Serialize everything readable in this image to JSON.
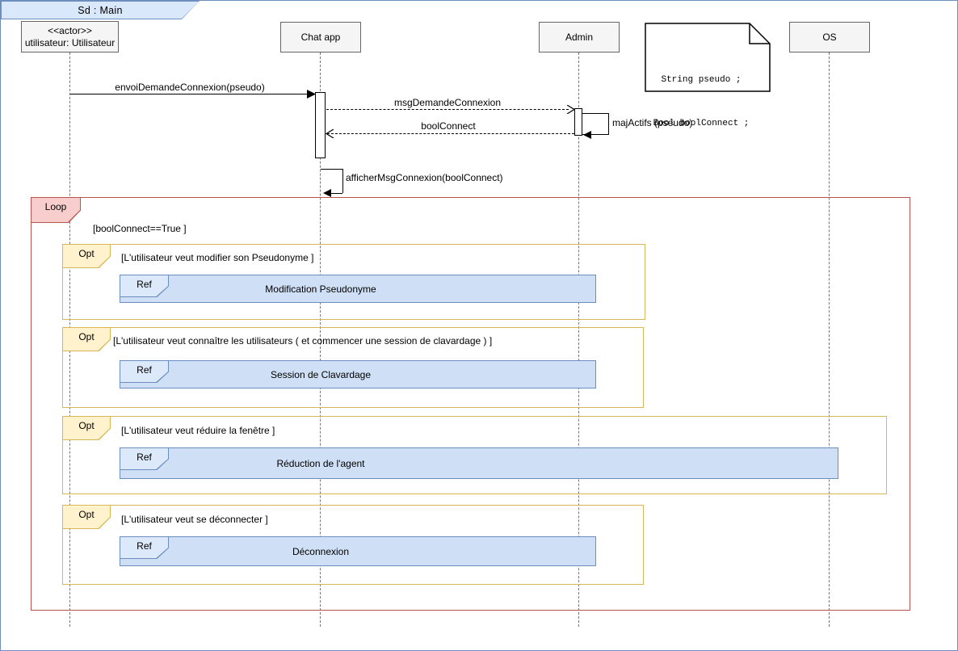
{
  "frame": {
    "title": "Sd :  Main"
  },
  "lifelines": [
    {
      "name": "utilisateur",
      "stereotype": "<<actor>>",
      "label": "utilisateur: Utilisateur"
    },
    {
      "name": "chat-app",
      "label": "Chat app"
    },
    {
      "name": "admin",
      "label": "Admin"
    },
    {
      "name": "os",
      "label": "OS"
    }
  ],
  "note": {
    "line1": "String pseudo ;",
    "line2": "Bool boolConnect ;"
  },
  "messages": {
    "envoi": "envoiDemandeConnexion(pseudo)",
    "msg_demande": "msgDemandeConnexion",
    "bool_connect": "boolConnect",
    "maj_actifs": "majActifs (pseudo)",
    "afficher": "afficherMsgConnexion(boolConnect)"
  },
  "loop": {
    "label": "Loop",
    "guard": "[boolConnect==True ]"
  },
  "opts": [
    {
      "label": "Opt",
      "guard": "[L'utilisateur veut modifier son Pseudonyme ]",
      "ref_label": "Ref",
      "ref_text": "Modification Pseudonyme"
    },
    {
      "label": "Opt",
      "guard": "[L'utilisateur veut connaître les utilisateurs ( et commencer une session de clavardage ) ]",
      "ref_label": "Ref",
      "ref_text": "Session de Clavardage"
    },
    {
      "label": "Opt",
      "guard": "[L'utilisateur veut réduire la fenêtre ]",
      "ref_label": "Ref",
      "ref_text": "Réduction de l'agent"
    },
    {
      "label": "Opt",
      "guard": "[L'utilisateur veut se déconnecter ]",
      "ref_label": "Ref",
      "ref_text": "Déconnexion"
    }
  ],
  "colors": {
    "frame_border": "#6C8EBF",
    "frame_fill": "#DAE8FC",
    "loop_border": "#B85450",
    "loop_fill": "#F8CECC",
    "opt_border": "#D6B656",
    "opt_fill": "#FFF2CC",
    "ref_border": "#6C8EBF",
    "ref_fill": "#CFDFF5",
    "head_fill": "#F5F5F5",
    "head_border": "#666666"
  }
}
